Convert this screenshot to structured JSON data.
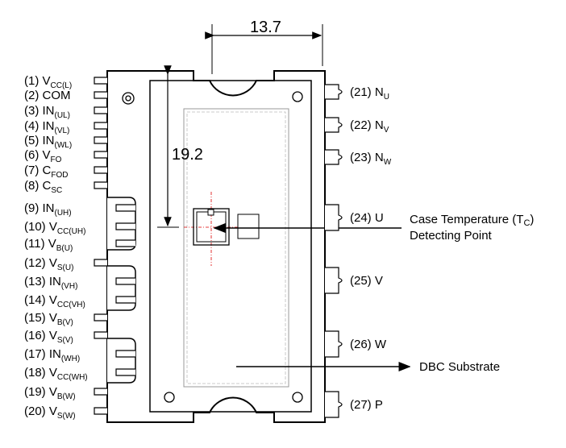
{
  "dimensions": {
    "width_label": "13.7",
    "height_label": "19.2"
  },
  "left_pins": [
    {
      "num": "(1)",
      "name": "V",
      "sub": "CC(L)"
    },
    {
      "num": "(2)",
      "name": "COM",
      "sub": ""
    },
    {
      "num": "(3)",
      "name": "IN",
      "sub": "(UL)"
    },
    {
      "num": "(4)",
      "name": "IN",
      "sub": "(VL)"
    },
    {
      "num": "(5)",
      "name": "IN",
      "sub": "(WL)"
    },
    {
      "num": "(6)",
      "name": "V",
      "sub": "FO"
    },
    {
      "num": "(7)",
      "name": "C",
      "sub": "FOD"
    },
    {
      "num": "(8)",
      "name": "C",
      "sub": "SC"
    },
    {
      "num": "(9)",
      "name": "IN",
      "sub": "(UH)"
    },
    {
      "num": "(10)",
      "name": "V",
      "sub": "CC(UH)"
    },
    {
      "num": "(11)",
      "name": "V",
      "sub": "B(U)"
    },
    {
      "num": "(12)",
      "name": "V",
      "sub": "S(U)"
    },
    {
      "num": "(13)",
      "name": "IN",
      "sub": "(VH)"
    },
    {
      "num": "(14)",
      "name": "V",
      "sub": "CC(VH)"
    },
    {
      "num": "(15)",
      "name": "V",
      "sub": "B(V)"
    },
    {
      "num": "(16)",
      "name": "V",
      "sub": "S(V)"
    },
    {
      "num": "(17)",
      "name": "IN",
      "sub": "(WH)"
    },
    {
      "num": "(18)",
      "name": "V",
      "sub": "CC(WH)"
    },
    {
      "num": "(19)",
      "name": "V",
      "sub": "B(W)"
    },
    {
      "num": "(20)",
      "name": "V",
      "sub": "S(W)"
    }
  ],
  "right_pins": [
    {
      "num": "(21)",
      "name": "N",
      "sub": "U"
    },
    {
      "num": "(22)",
      "name": "N",
      "sub": "V"
    },
    {
      "num": "(23)",
      "name": "N",
      "sub": "W"
    },
    {
      "num": "(24)",
      "name": "U",
      "sub": ""
    },
    {
      "num": "(25)",
      "name": "V",
      "sub": ""
    },
    {
      "num": "(26)",
      "name": "W",
      "sub": ""
    },
    {
      "num": "(27)",
      "name": "P",
      "sub": ""
    }
  ],
  "callouts": {
    "case_temp_line1_prefix": "Case Temperature (T",
    "case_temp_line1_sub": "C",
    "case_temp_line1_suffix": ")",
    "case_temp_line2": "Detecting Point",
    "dbc": "DBC Substrate"
  }
}
